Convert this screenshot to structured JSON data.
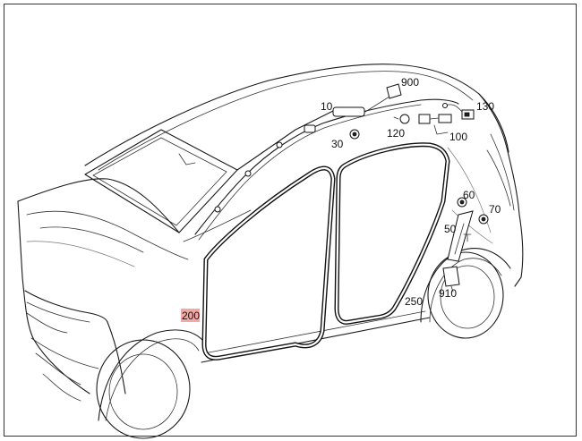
{
  "callouts": {
    "c900": "900",
    "c10": "10",
    "c130": "130",
    "c30": "30",
    "c120": "120",
    "c100": "100",
    "c60": "60",
    "c70": "70",
    "c50": "50",
    "c910": "910",
    "c250": "250",
    "c200": "200"
  },
  "colors": {
    "highlight": "#f3a7a7",
    "line": "#1a1a1a"
  }
}
